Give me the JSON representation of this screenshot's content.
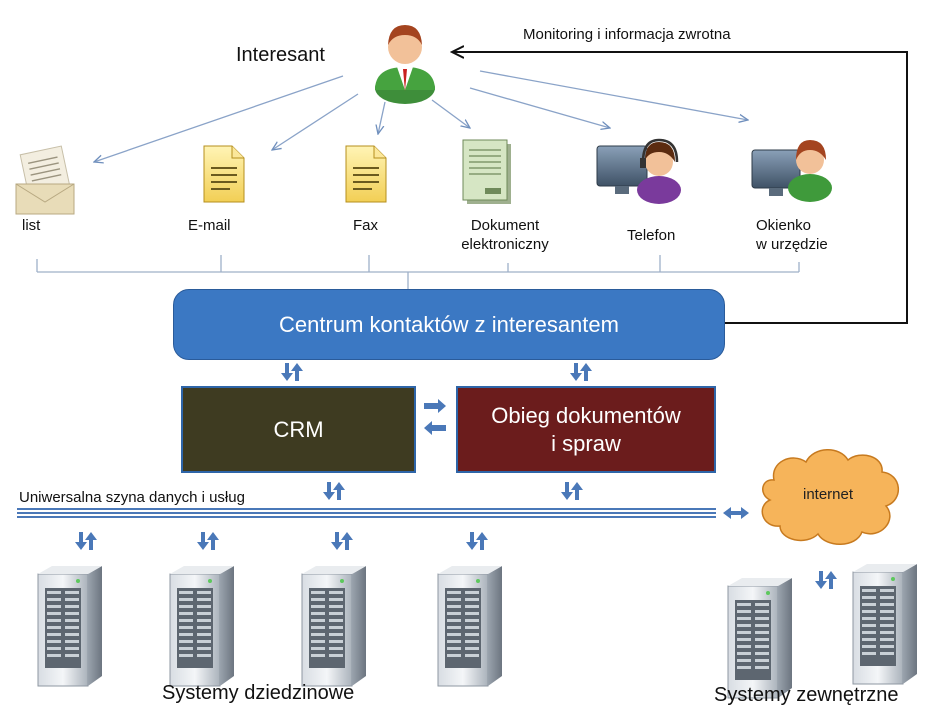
{
  "header": {
    "citizen_label": "Interesant",
    "feedback_label": "Monitoring i informacja zwrotna"
  },
  "channels": {
    "letter": "list",
    "email": "E-mail",
    "fax": "Fax",
    "edoc_line1": "Dokument",
    "edoc_line2": "elektroniczny",
    "phone": "Telefon",
    "office_line1": "Okienko",
    "office_line2": "w urzędzie"
  },
  "center": {
    "label": "Centrum kontaktów z interesantem",
    "color": "#3b78c3"
  },
  "crm": {
    "label": "CRM",
    "color": "#3e3b21"
  },
  "docflow": {
    "line1": "Obieg dokumentów",
    "line2": "i spraw",
    "color": "#6b1c1c"
  },
  "bus": {
    "label": "Uniwersalna szyna danych i usług"
  },
  "internet": {
    "label": "internet",
    "color": "#f6b45a"
  },
  "footer": {
    "domain_systems": "Systemy dziedzinowe",
    "external_systems": "Systemy zewnętrzne"
  },
  "colors": {
    "arrow_blue": "#4a78b8",
    "line_gray": "#9fb0c8"
  }
}
